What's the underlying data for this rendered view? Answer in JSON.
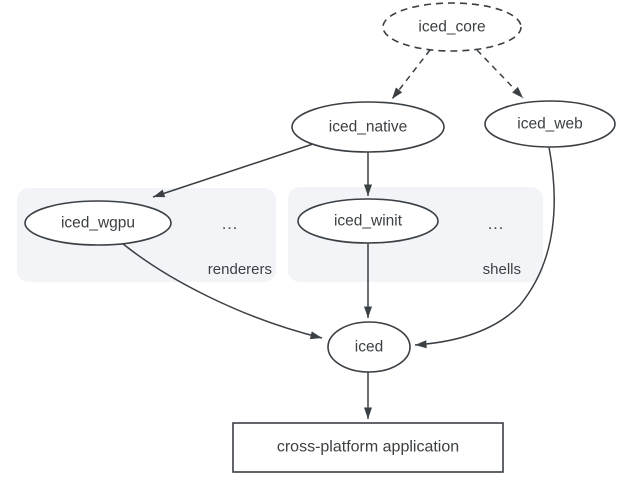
{
  "diagram": {
    "kind": "dependency-graph",
    "colors": {
      "background": "#ffffff",
      "stroke": "#3b4045",
      "text": "#3c4043",
      "accent_blue": "#1a73e8",
      "group_fill": "#f2f4f8"
    },
    "nodes": {
      "iced_core": {
        "label": "iced_core",
        "shape": "ellipse",
        "border": "dashed"
      },
      "iced_native": {
        "label": "iced_native",
        "shape": "ellipse",
        "border": "solid"
      },
      "iced_web": {
        "label": "iced_web",
        "shape": "ellipse",
        "border": "solid"
      },
      "iced_wgpu": {
        "label": "iced_wgpu",
        "shape": "ellipse",
        "border": "solid"
      },
      "iced_winit": {
        "label": "iced_winit",
        "shape": "ellipse",
        "border": "solid"
      },
      "iced": {
        "label": "iced",
        "shape": "ellipse",
        "border": "solid"
      },
      "app": {
        "label": "cross-platform application",
        "shape": "rectangle",
        "border": "solid"
      }
    },
    "groups": {
      "renderers": {
        "label": "renderers",
        "ellipsis": "...",
        "members": [
          "iced_wgpu"
        ]
      },
      "shells": {
        "label": "shells",
        "ellipsis": "...",
        "members": [
          "iced_winit"
        ]
      }
    },
    "edges": [
      {
        "from": "iced_core",
        "to": "iced_native",
        "style": "dashed"
      },
      {
        "from": "iced_core",
        "to": "iced_web",
        "style": "dashed"
      },
      {
        "from": "iced_native",
        "to": "iced_wgpu",
        "style": "solid"
      },
      {
        "from": "iced_native",
        "to": "iced_winit",
        "style": "solid"
      },
      {
        "from": "iced_wgpu",
        "to": "iced",
        "style": "solid"
      },
      {
        "from": "iced_winit",
        "to": "iced",
        "style": "solid"
      },
      {
        "from": "iced_web",
        "to": "iced",
        "style": "solid"
      },
      {
        "from": "iced",
        "to": "app",
        "style": "solid"
      }
    ]
  }
}
